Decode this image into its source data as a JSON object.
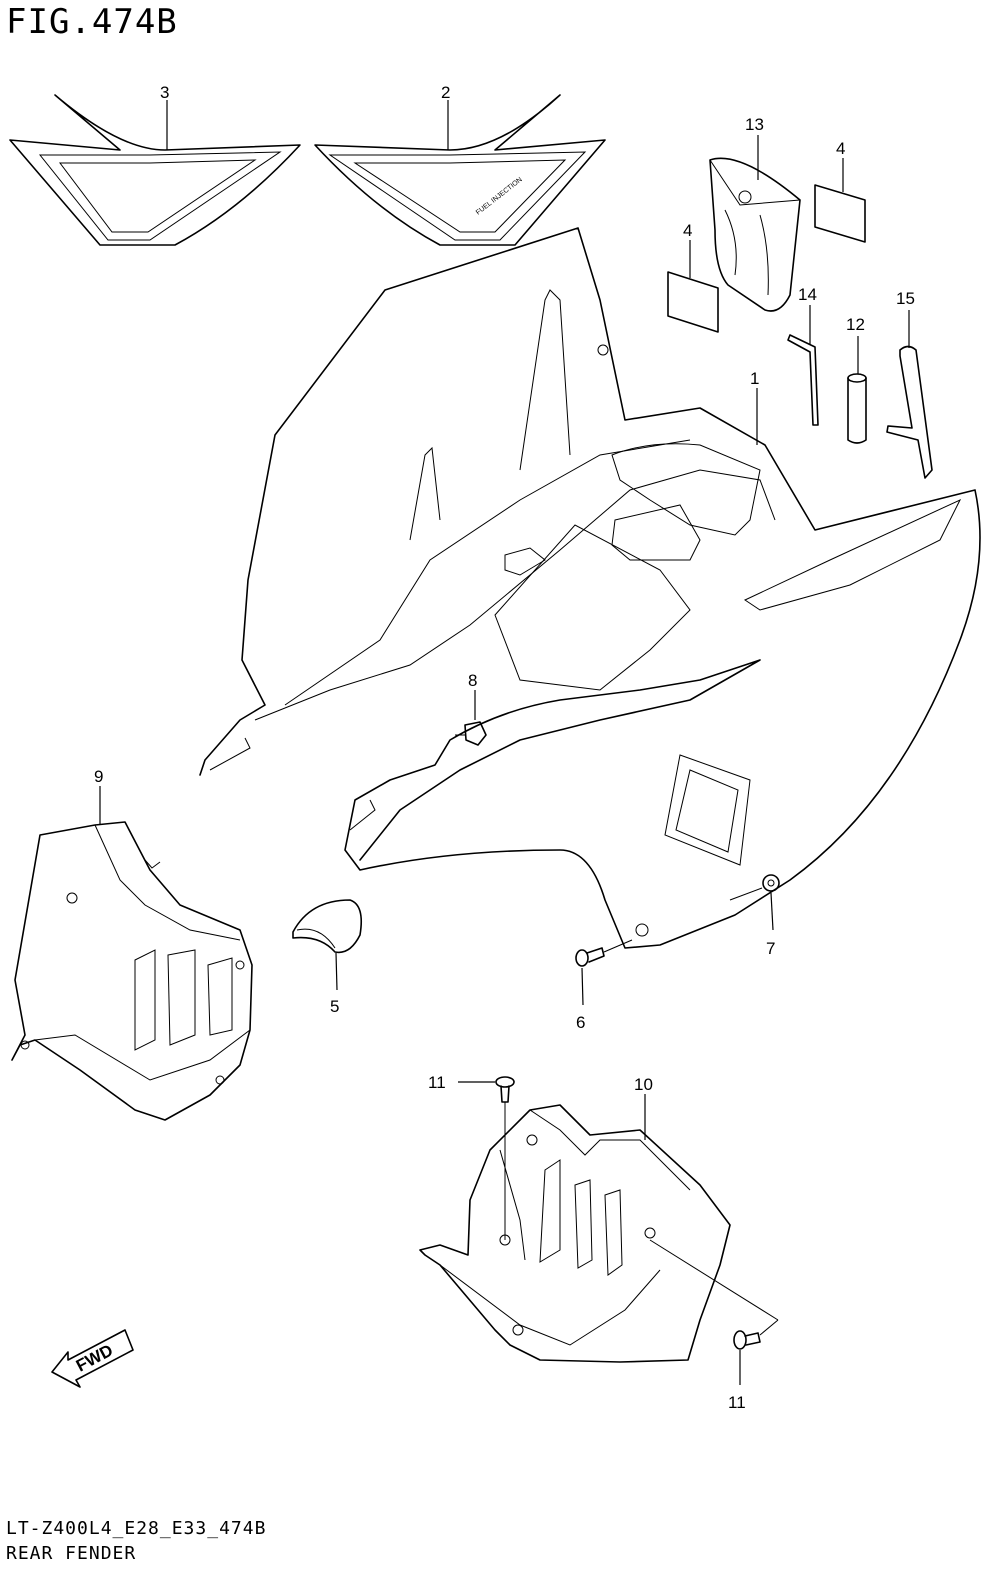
{
  "figure": {
    "title": "FIG.474B"
  },
  "footer": {
    "code": "LT-Z400L4_E28_E33_474B",
    "name": "REAR FENDER"
  },
  "decal_text": "FUEL INJECTION",
  "fwd_label": "FWD",
  "callouts": {
    "p1": "1",
    "p2": "2",
    "p3": "3",
    "p4a": "4",
    "p4b": "4",
    "p5": "5",
    "p6": "6",
    "p7": "7",
    "p8": "8",
    "p9": "9",
    "p10": "10",
    "p11a": "11",
    "p11b": "11",
    "p12": "12",
    "p13": "13",
    "p14": "14",
    "p15": "15"
  }
}
